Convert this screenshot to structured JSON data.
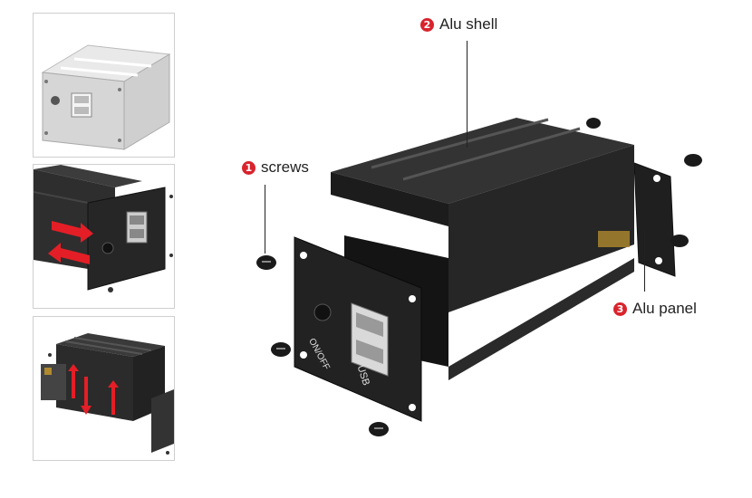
{
  "callouts": [
    {
      "number": "1",
      "label": "screws"
    },
    {
      "number": "2",
      "label": "Alu shell"
    },
    {
      "number": "3",
      "label": "Alu panel"
    }
  ],
  "device_panel": {
    "switch_label": "ON/OFF",
    "port_label": "USB"
  },
  "colors": {
    "badge": "#d9232d",
    "enclosure_dark": "#2b2b2b",
    "enclosure_silver": "#d8d8d8",
    "arrow_red": "#e41e26"
  }
}
